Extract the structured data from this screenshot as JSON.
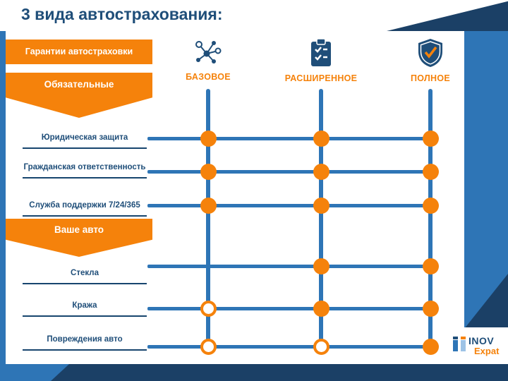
{
  "title": "3 вида автострахования:",
  "colors": {
    "accent_orange": "#f5820b",
    "slide_blue": "#2e75b6",
    "navy_text": "#1f4e79",
    "dark_navy": "#1b4066"
  },
  "banners": {
    "guarantees": "Гарантии автостраховки",
    "mandatory": "Обязательные",
    "your_car": "Ваше авто"
  },
  "columns": [
    {
      "label": "БАЗОВОЕ",
      "icon": "network-icon"
    },
    {
      "label": "РАСШИРЕННОЕ",
      "icon": "checklist-clipboard-icon"
    },
    {
      "label": "ПОЛНОЕ",
      "icon": "shield-check-icon"
    }
  ],
  "rows": [
    {
      "label": "Юридическая защита",
      "section": "Обязательные",
      "cells": [
        "filled",
        "filled",
        "filled"
      ]
    },
    {
      "label": "Гражданская ответственность",
      "section": "Обязательные",
      "cells": [
        "filled",
        "filled",
        "filled"
      ]
    },
    {
      "label": "Служба поддержки 7/24/365",
      "section": "Обязательные",
      "cells": [
        "filled",
        "filled",
        "filled"
      ]
    },
    {
      "label": "Стекла",
      "section": "Ваше авто",
      "cells": [
        "none",
        "filled",
        "filled"
      ]
    },
    {
      "label": "Кража",
      "section": "Ваше авто",
      "cells": [
        "open",
        "filled",
        "filled"
      ]
    },
    {
      "label": "Повреждения авто",
      "section": "Ваше авто",
      "cells": [
        "open",
        "open",
        "filled"
      ]
    }
  ],
  "dot_states": {
    "filled": "included",
    "open": "optional",
    "none": "not shown"
  },
  "logo": {
    "line1": "INOV",
    "line2": "Expat"
  }
}
